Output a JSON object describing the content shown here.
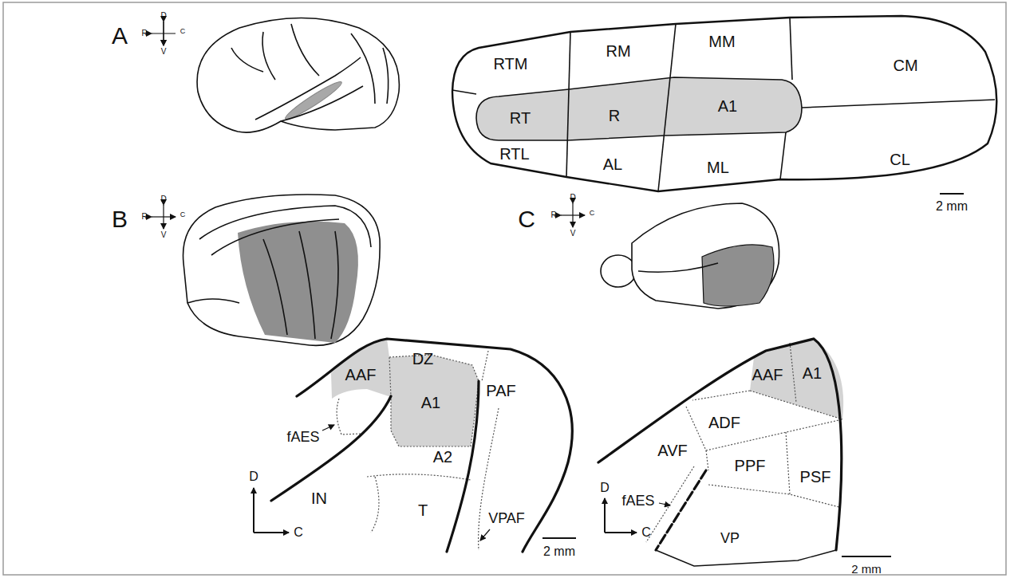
{
  "diagram": {
    "labels": [
      "A",
      "D",
      "R",
      "C",
      "V",
      "RTM",
      "RM",
      "MM",
      "CM",
      "RT",
      "R",
      "A1",
      "RTL",
      "AL",
      "ML",
      "CL",
      "2 mm",
      "B",
      "D",
      "R",
      "C",
      "V",
      "DZ",
      "AAF",
      "A1",
      "PAF",
      "fAES",
      "A2",
      "IN",
      "T",
      "VPAF",
      "D",
      "C",
      "2 mm",
      "C",
      "D",
      "R",
      "C",
      "V",
      "AAF",
      "A1",
      "ADF",
      "AVF",
      "PPF",
      "PSF",
      "fAES",
      "VP",
      "D",
      "C",
      "2 mm"
    ]
  }
}
